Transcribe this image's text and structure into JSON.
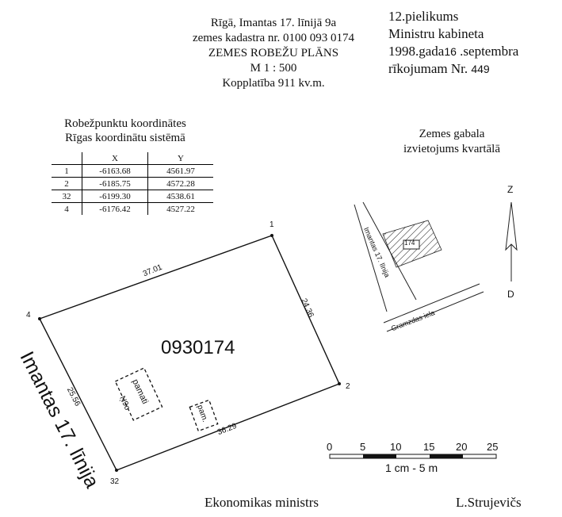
{
  "header": {
    "address": "Rīgā, Imantas 17. līnijā 9a",
    "cadastre": "zemes kadastra nr. 0100 093 0174",
    "title": "ZEMES ROBEŽU PLĀNS",
    "scale": "M 1 : 500",
    "area": "Kopplatība 911 kv.m."
  },
  "annex": {
    "line1": "12.pielikums",
    "line2": "Ministru kabineta",
    "line3": "1998.gada",
    "day": "16",
    "line3b": " .septembra",
    "line4": "rīkojumam Nr. ",
    "number": "449"
  },
  "coordinates": {
    "title1": "Robežpunktu koordinātes",
    "title2": "Rīgas  koordinātu sistēmā",
    "columns": [
      "",
      "X",
      "Y"
    ],
    "rows": [
      [
        "1",
        "-6163.68",
        "4561.97"
      ],
      [
        "2",
        "-6185.75",
        "4572.28"
      ],
      [
        "32",
        "-6199.30",
        "4538.61"
      ],
      [
        "4",
        "-6176.42",
        "4527.22"
      ]
    ]
  },
  "location": {
    "title1": "Zemes gabala",
    "title2": "izvietojums kvartālā",
    "parcel": "174",
    "street1": "Imantas 17. līnija",
    "street2": "Gramzdas iela"
  },
  "north_arrow": {
    "top": "Z",
    "bottom": "D"
  },
  "plot": {
    "id": "0930174",
    "points": [
      "1",
      "2",
      "32",
      "4"
    ],
    "edges": {
      "p1_p4": "37.01",
      "p1_p2": "24.36",
      "p2_p32": "36.29",
      "p32_p4": "25.56"
    },
    "building1_l1": "pamati",
    "building1_l2": "Ņ9o",
    "building2": "pam.",
    "street": "Imantas 17. līnija"
  },
  "scalebar": {
    "ticks": [
      "0",
      "5",
      "10",
      "15",
      "20",
      "25"
    ],
    "label": "1 cm - 5 m"
  },
  "footer": {
    "left": "Ekonomikas ministrs",
    "right": "L.Strujevičs"
  }
}
